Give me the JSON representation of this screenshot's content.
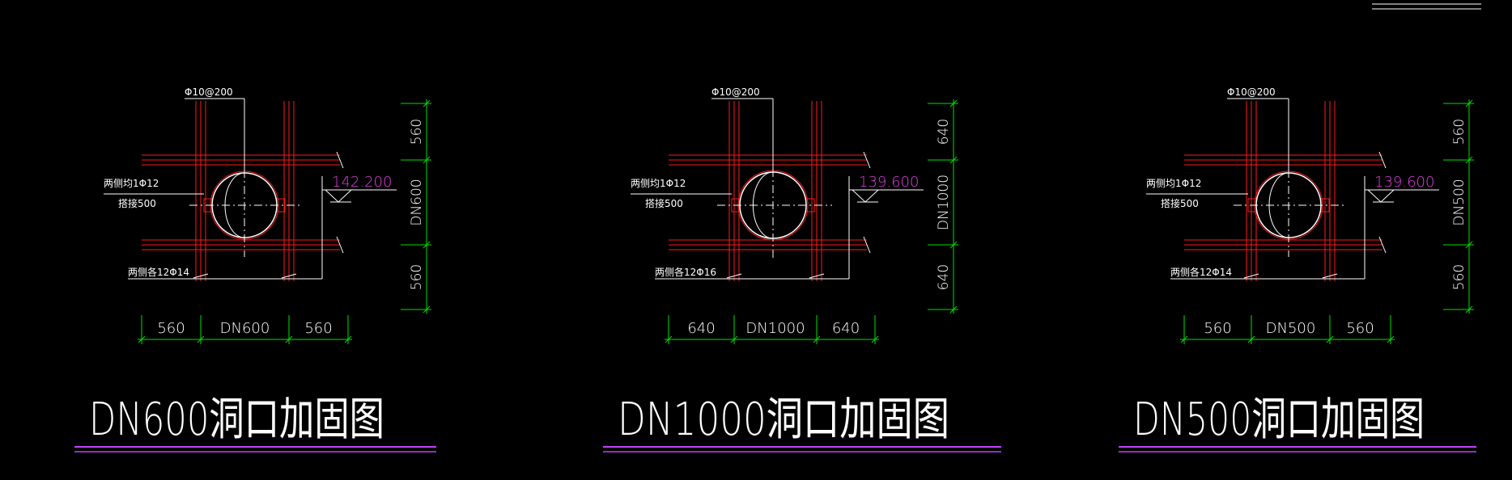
{
  "colors": {
    "background": "#000000",
    "rebar": "#ff1a1a",
    "line": "#ffffff",
    "dimension": "#00e000",
    "elevation": "#e040e0",
    "underline": "#c040ff"
  },
  "drawings": [
    {
      "title": "DN600洞口加固图",
      "top_rebar_label": "Φ10@200",
      "side_rebar_label_1": "两侧均1Φ12",
      "side_rebar_label_2": "搭接500",
      "bottom_rebar_label": "两侧各12Φ14",
      "elevation": "142.200",
      "h_dims": [
        "560",
        "DN600",
        "560"
      ],
      "v_dims": [
        "560",
        "DN600",
        "560"
      ]
    },
    {
      "title": "DN1000洞口加固图",
      "top_rebar_label": "Φ10@200",
      "side_rebar_label_1": "两侧均1Φ12",
      "side_rebar_label_2": "搭接500",
      "bottom_rebar_label": "两侧各12Φ16",
      "elevation": "139.600",
      "h_dims": [
        "640",
        "DN1000",
        "640"
      ],
      "v_dims": [
        "640",
        "DN1000",
        "640"
      ]
    },
    {
      "title": "DN500洞口加固图",
      "top_rebar_label": "Φ10@200",
      "side_rebar_label_1": "两侧均1Φ12",
      "side_rebar_label_2": "搭接500",
      "bottom_rebar_label": "两侧各12Φ14",
      "elevation": "139.600",
      "h_dims": [
        "560",
        "DN500",
        "560"
      ],
      "v_dims": [
        "560",
        "DN500",
        "560"
      ]
    }
  ]
}
